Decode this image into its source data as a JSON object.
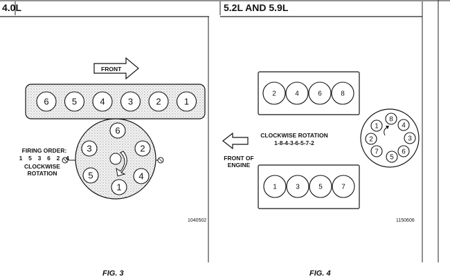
{
  "left_panel": {
    "title": "4.0L",
    "front_label": "FRONT",
    "block_cylinders": [
      "6",
      "5",
      "4",
      "3",
      "2",
      "1"
    ],
    "cap_terminals": [
      "6",
      "2",
      "4",
      "1",
      "5",
      "3"
    ],
    "firing_order_label": "FIRING ORDER:",
    "firing_order_digits": [
      "1",
      "5",
      "3",
      "6",
      "2",
      "4"
    ],
    "rotation_line1": "CLOCKWISE",
    "rotation_line2": "ROTATION",
    "part_number": "1040502",
    "figure_label": "FIG. 3"
  },
  "right_panel": {
    "title": "5.2L AND 5.9L",
    "top_bank": [
      "2",
      "4",
      "6",
      "8"
    ],
    "bottom_bank": [
      "1",
      "3",
      "5",
      "7"
    ],
    "rotation_label": "CLOCKWISE ROTATION",
    "firing_order": "1-8-4-3-6-5-7-2",
    "front_of_engine_line1": "FRONT OF",
    "front_of_engine_line2": "ENGINE",
    "cap_terminals": [
      "8",
      "4",
      "3",
      "6",
      "5",
      "7",
      "2",
      "1"
    ],
    "part_number": "1150606",
    "figure_label": "FIG. 4"
  }
}
